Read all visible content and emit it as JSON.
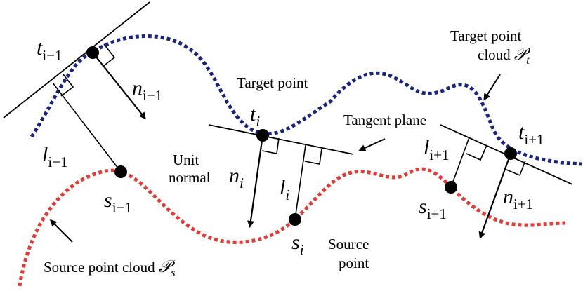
{
  "colors": {
    "target_curve": "#1a237e",
    "source_curve": "#e53935",
    "ink": "#000000"
  },
  "labels": {
    "target_cloud_line1": "Target point",
    "target_cloud_line2": "cloud ",
    "target_cloud_symbol": "𝒫",
    "target_cloud_sub": "t",
    "target_point": "Target point",
    "tangent_plane": "Tangent plane",
    "unit_normal_line1": "Unit",
    "unit_normal_line2": "normal",
    "source_point_line1": "Source",
    "source_point_line2": "point",
    "source_cloud_text": "Source point cloud ",
    "source_cloud_symbol": "𝒫",
    "source_cloud_sub": "s"
  },
  "points": {
    "t_prev": {
      "base": "t",
      "sub": "i−1"
    },
    "t_cur": {
      "base": "t",
      "sub": "i"
    },
    "t_next": {
      "base": "t",
      "sub": "i+1"
    },
    "s_prev": {
      "base": "s",
      "sub": "i−1"
    },
    "s_cur": {
      "base": "s",
      "sub": "i"
    },
    "s_next": {
      "base": "s",
      "sub": "i+1"
    }
  },
  "normals": {
    "n_prev": {
      "base": "n",
      "sub": "i−1"
    },
    "n_cur": {
      "base": "n",
      "sub": "i"
    },
    "n_next": {
      "base": "n",
      "sub": "i+1"
    }
  },
  "distances": {
    "l_prev": {
      "base": "l",
      "sub": "i−1"
    },
    "l_cur": {
      "base": "l",
      "sub": "i"
    },
    "l_next": {
      "base": "l",
      "sub": "i+1"
    }
  }
}
